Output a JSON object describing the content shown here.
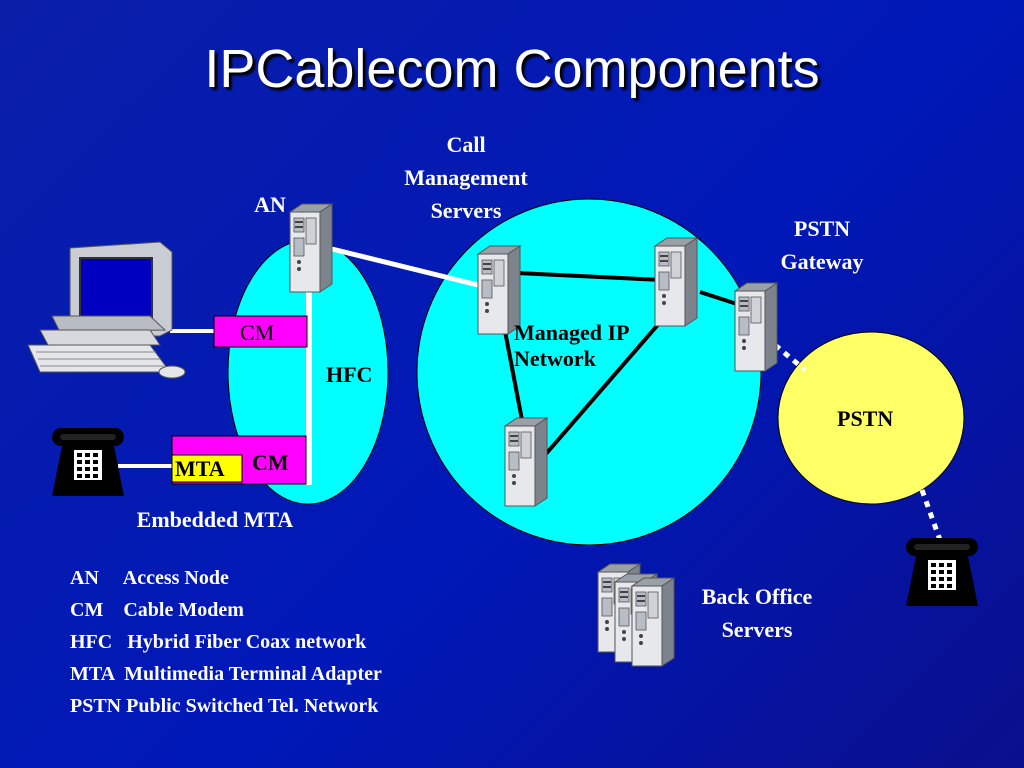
{
  "title": "IPCablecom Components",
  "labels": {
    "call_mgmt_servers": [
      "Call",
      "Management",
      "Servers"
    ],
    "an": "AN",
    "pstn_gateway": [
      "PSTN",
      "Gateway"
    ],
    "managed_ip_network": [
      "Managed IP",
      "Network"
    ],
    "hfc": "HFC",
    "pstn": "PSTN",
    "cm_top": "CM",
    "cm_bottom": "CM",
    "mta": "MTA",
    "embedded_mta": "Embedded MTA",
    "back_office_servers": [
      "Back Office",
      "Servers"
    ]
  },
  "legend": [
    {
      "abbr": "AN",
      "text": "AN     Access Node"
    },
    {
      "abbr": "CM",
      "text": "CM    Cable Modem"
    },
    {
      "abbr": "HFC",
      "text": "HFC   Hybrid Fiber Coax network"
    },
    {
      "abbr": "MTA",
      "text": "MTA  Multimedia Terminal Adapter"
    },
    {
      "abbr": "PSTN",
      "text": "PSTN Public Switched Tel. Network"
    }
  ],
  "colors": {
    "background": "#0018b8",
    "cloud": "#00ffff",
    "pstn_cloud": "#ffff66",
    "cm_box": "#ff00ff",
    "mta_box": "#ffff00"
  },
  "icons": [
    "server-icon",
    "computer-icon",
    "telephone-icon"
  ]
}
